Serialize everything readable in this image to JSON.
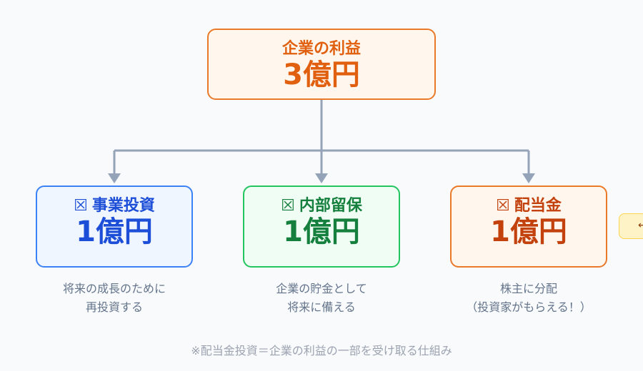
{
  "top": {
    "label": "企業の利益",
    "amount": "3億円"
  },
  "children": [
    {
      "icon": "checkbox-icon",
      "glyph": "☒",
      "label": "事業投資",
      "amount": "1億円",
      "desc_line1": "将来の成長のために",
      "desc_line2": "再投資する"
    },
    {
      "icon": "checkbox-icon",
      "glyph": "☒",
      "label": "内部留保",
      "amount": "1億円",
      "desc_line1": "企業の貯金として",
      "desc_line2": "将来に備える"
    },
    {
      "icon": "checkbox-icon",
      "glyph": "☒",
      "label": "配当金",
      "amount": "1億円",
      "desc_line1": "株主に分配",
      "desc_line2": "（投資家がもらえる！）"
    }
  ],
  "footnote": "※配当金投資＝企業の利益の一部を受け取る仕組み",
  "side_tab": {
    "icon": "arrow-left-icon",
    "glyph": "←"
  },
  "colors": {
    "connector": "#94a3b8",
    "orange": "#ea7a2a",
    "blue": "#3b82f6",
    "green": "#22c55e"
  }
}
